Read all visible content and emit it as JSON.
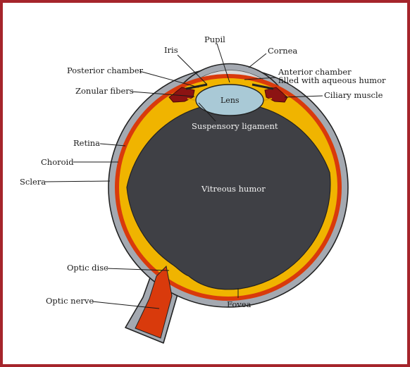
{
  "labels": {
    "pupil": "Pupil",
    "iris": "Iris",
    "cornea": "Cornea",
    "posterior_chamber": "Posterior chamber",
    "anterior_chamber_line1": "Anterior chamber",
    "anterior_chamber_line2": "filled with aqueous humor",
    "zonular_fibers": "Zonular fibers",
    "ciliary_muscle": "Ciliary muscle",
    "lens": "Lens",
    "suspensory_ligament": "Suspensory ligament",
    "retina": "Retina",
    "choroid": "Choroid",
    "sclera": "Sclera",
    "vitreous_humor": "Vitreous humor",
    "optic_disc": "Optic disc",
    "optic_nerve": "Optic nerve",
    "fovea": "Fovea"
  },
  "colors": {
    "frame_border": "#a5252b",
    "sclera": "#a4a9b1",
    "choroid": "#d93a0c",
    "retina": "#f0b400",
    "vitreous": "#3f4045",
    "lens": "#a9c9d6",
    "cornea_chamber": "#d9d9d9",
    "ciliary": "#8c1313"
  }
}
